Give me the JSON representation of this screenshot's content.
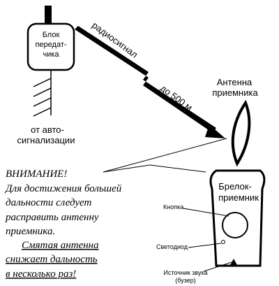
{
  "transmitter": {
    "line1": "Блок",
    "line2": "передат-",
    "line3": "чика"
  },
  "alarm": {
    "line1": "от авто-",
    "line2": "сигнализации"
  },
  "signal": {
    "label": "радиосигнал",
    "distance": "до  500 м"
  },
  "antenna": {
    "line1": "Антенна",
    "line2": "приемника"
  },
  "receiver": {
    "title1": "Брелок-",
    "title2": "приемник",
    "button_label": "Кнопка",
    "led_label": "Светодиод",
    "buzzer_line1": "Источник звука",
    "buzzer_line2": "(бузер)"
  },
  "warning": {
    "heading": "ВНИМАНИЕ!",
    "line1": "Для достижения большей",
    "line2": "дальности следует",
    "line3": "расправить антенну",
    "line4": "приемника.",
    "line5": "Смятая антенна",
    "line6": "снижает дальность",
    "line7": "в несколько раз!"
  }
}
